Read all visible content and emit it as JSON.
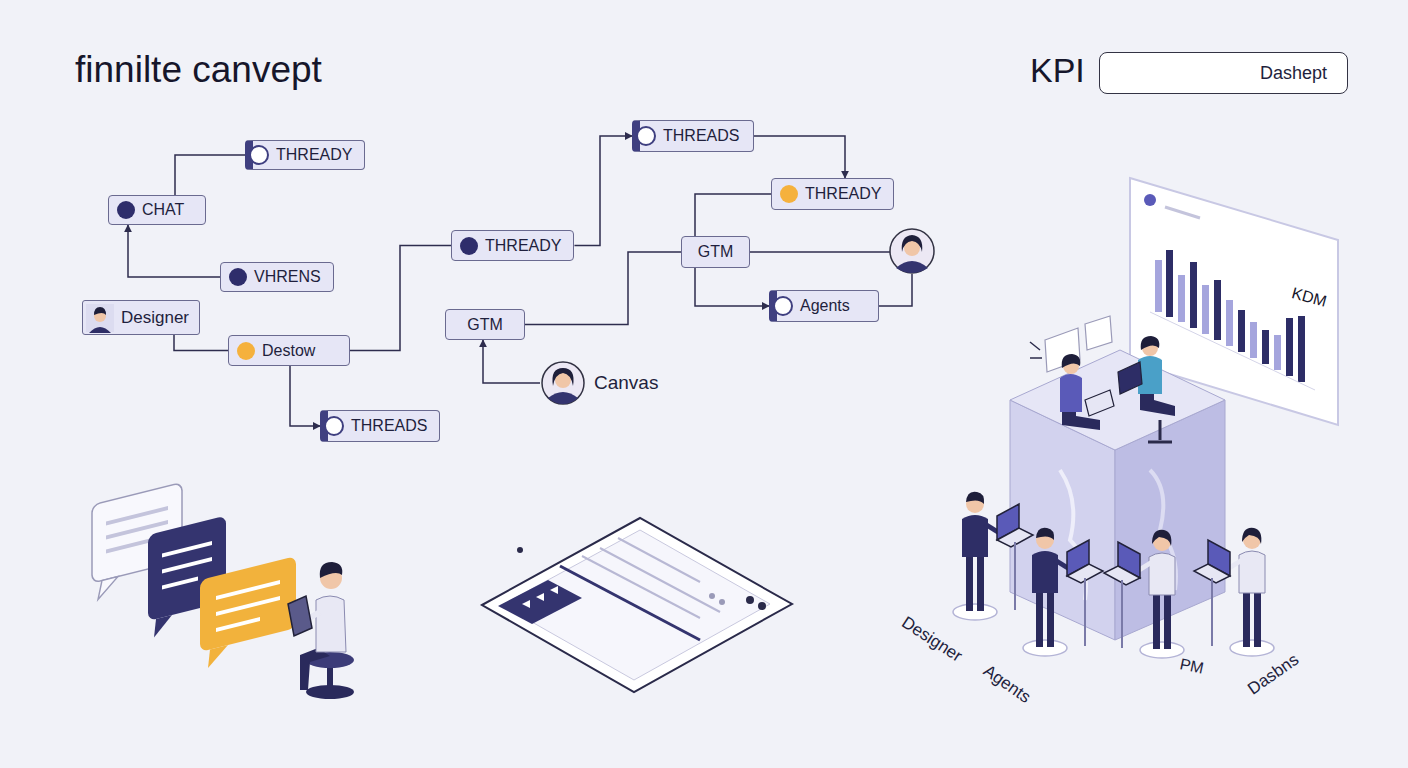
{
  "diagram": {
    "title": "finnilte canvept",
    "nodes": [
      {
        "text": [
          "THREADY"
        ]
      },
      {
        "text": [
          "THREADS"
        ]
      },
      {
        "text": [
          "CHAT"
        ]
      },
      {
        "text": [
          "THREADY"
        ]
      },
      {
        "text": [
          "THREADY"
        ]
      },
      {
        "text": [
          "GTM"
        ]
      },
      {
        "text": [
          "VHRENS"
        ]
      },
      {
        "text": [
          "Agents"
        ]
      },
      {
        "text": [
          "Designer"
        ]
      },
      {
        "text": [
          "GTM"
        ]
      },
      {
        "text": [
          "Destow"
        ]
      },
      {
        "text": [
          "Canvas"
        ]
      },
      {
        "text": [
          "THREADS"
        ]
      },
      {
        "text": [
          "Dashept"
        ]
      }
    ],
    "edges": [
      {
        "from": 2,
        "to": 0,
        "arrow": "none"
      },
      {
        "from": 6,
        "to": 2,
        "arrow": "to"
      },
      {
        "from": 8,
        "to": 10,
        "arrow": "none"
      },
      {
        "from": 10,
        "to": 12,
        "arrow": "to"
      },
      {
        "from": 10,
        "to": 4,
        "arrow": "none"
      },
      {
        "from": 4,
        "to": 1,
        "arrow": "to"
      },
      {
        "from": 1,
        "to": 3,
        "arrow": "to"
      },
      {
        "from": 5,
        "to": 3,
        "arrow": "none"
      },
      {
        "from": 5,
        "to": 7,
        "arrow": "to"
      },
      {
        "from": 9,
        "to": 5,
        "arrow": "none"
      },
      {
        "from": 11,
        "to": 9,
        "arrow": "to"
      }
    ],
    "labels": [
      "KPI",
      "KDM",
      "Designer",
      "Agents",
      "PM",
      "Dasbns"
    ]
  }
}
